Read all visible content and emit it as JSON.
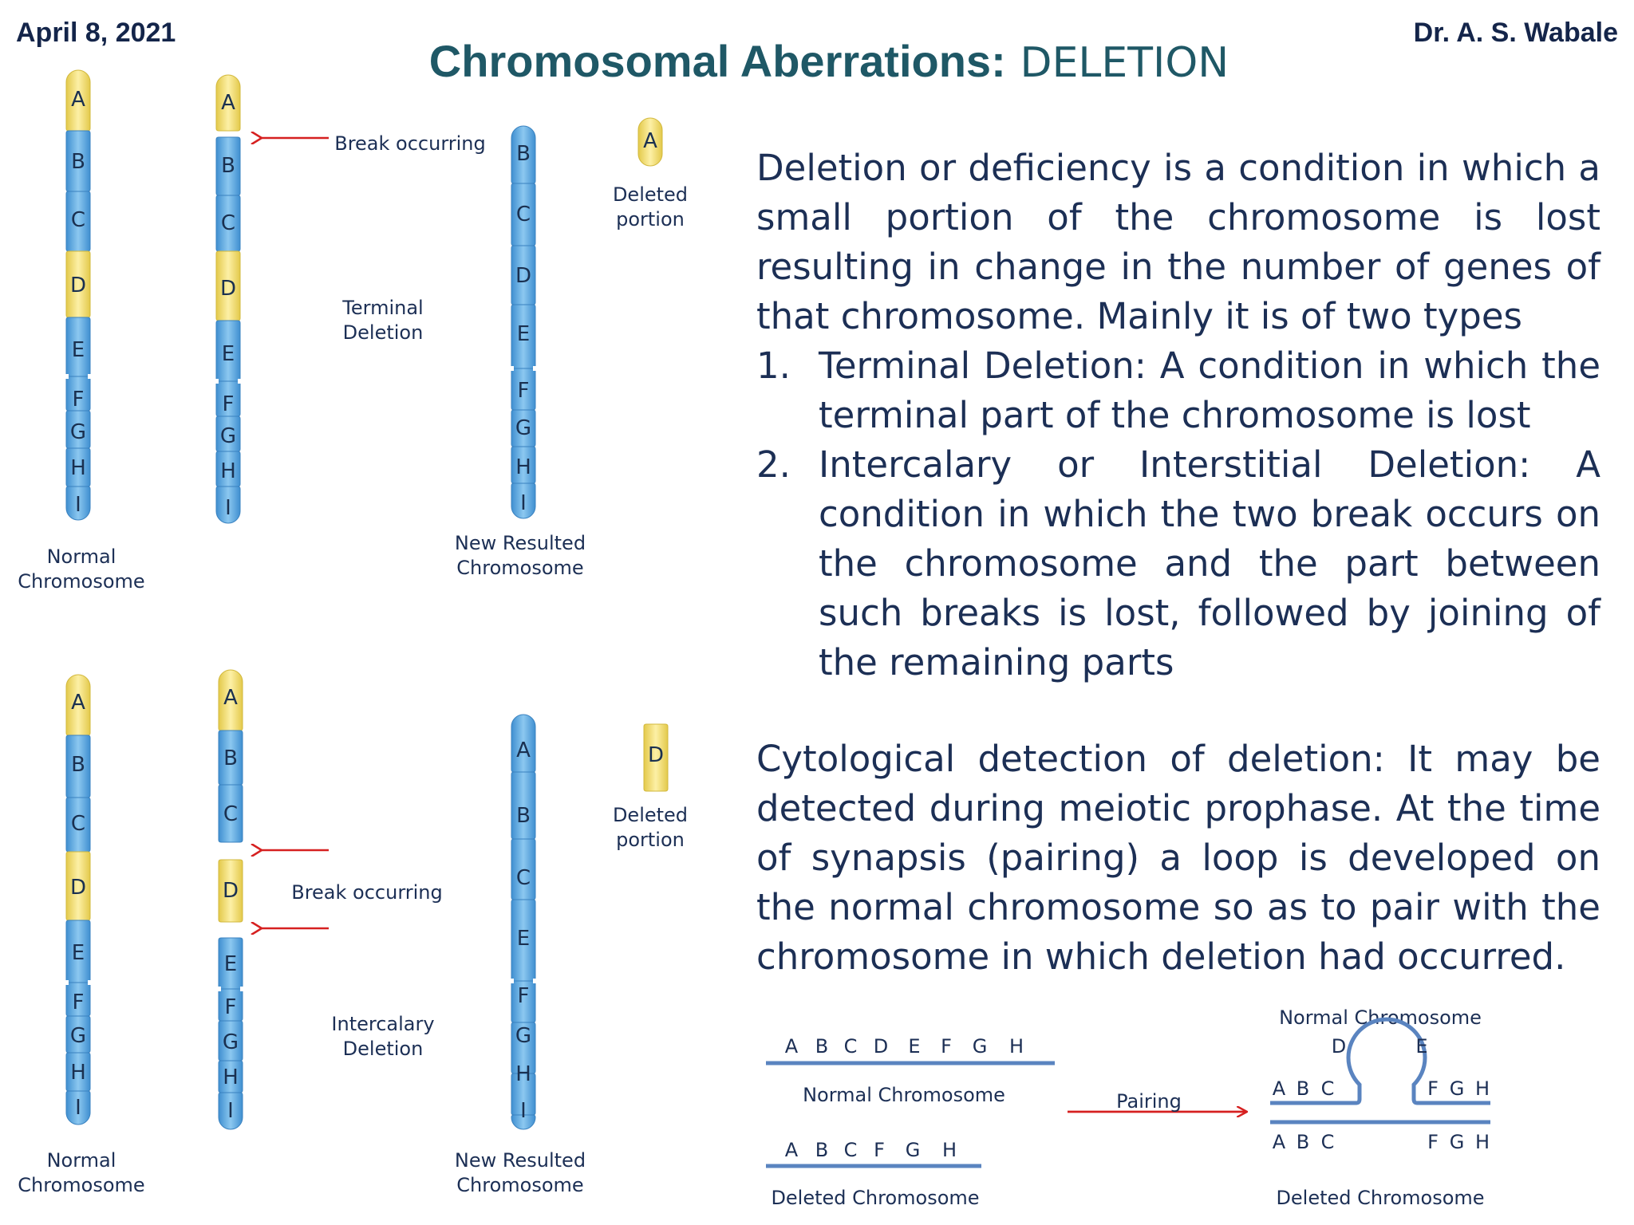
{
  "header": {
    "date": "April 8, 2021",
    "author": "Dr. A. S. Wabale"
  },
  "title": {
    "bold": "Chromosomal Aberrations:",
    "thin": "DELETION"
  },
  "terminal_panel": {
    "normal_genes": [
      "A",
      "B",
      "C",
      "D",
      "E",
      "F",
      "G",
      "H",
      "I"
    ],
    "broken_genes": [
      "A",
      "B",
      "C",
      "D",
      "E",
      "F",
      "G",
      "H",
      "I"
    ],
    "result_genes": [
      "B",
      "C",
      "D",
      "E",
      "F",
      "G",
      "H",
      "I"
    ],
    "deleted_gene": "A",
    "break_label": "Break occurring",
    "type_label": [
      "Terminal",
      "Deletion"
    ],
    "deleted_label": [
      "Deleted",
      "portion"
    ],
    "normal_label": [
      "Normal",
      "Chromosome"
    ],
    "result_label": [
      "New Resulted",
      "Chromosome"
    ]
  },
  "intercalary_panel": {
    "normal_genes": [
      "A",
      "B",
      "C",
      "D",
      "E",
      "F",
      "G",
      "H",
      "I"
    ],
    "broken_genes": [
      "A",
      "B",
      "C",
      "D",
      "E",
      "F",
      "G",
      "H",
      "I"
    ],
    "result_genes": [
      "A",
      "B",
      "C",
      "E",
      "F",
      "G",
      "H",
      "I"
    ],
    "deleted_gene": "D",
    "break_label": "Break occurring",
    "type_label": [
      "Intercalary",
      "Deletion"
    ],
    "deleted_label": [
      "Deleted",
      "portion"
    ],
    "normal_label": [
      "Normal",
      "Chromosome"
    ],
    "result_label": [
      "New Resulted",
      "Chromosome"
    ]
  },
  "text": {
    "intro": "Deletion or deficiency is a condition in which a small portion of the chromosome is lost resulting in change in the number of genes of that chromosome. Mainly it is of two types",
    "items": [
      {
        "num": "1.",
        "text": "Terminal Deletion: A condition in which the terminal part of the chromosome is lost"
      },
      {
        "num": "2.",
        "text": "Intercalary or Interstitial Deletion: A condition in which the two break occurs on the chromosome and the part between such breaks is lost, followed by joining of the remaining parts"
      }
    ],
    "detection": "Cytological detection of deletion: It may be detected during meiotic prophase. At the time of synapsis (pairing) a loop is developed on the normal chromosome so as to pair with the chromosome in which deletion had occurred."
  },
  "pairing_diagram": {
    "normal_genes": [
      "A",
      "B",
      "C",
      "D",
      "E",
      "F",
      "G",
      "H"
    ],
    "normal_label": "Normal Chromosome",
    "deleted_genes": [
      "A",
      "B",
      "C",
      "F",
      "G",
      "H"
    ],
    "deleted_label": "Deleted Chromosome",
    "pairing_label": "Pairing",
    "right_top_label": "Normal Chromosome",
    "loop_genes": [
      "D",
      "E"
    ],
    "right_top_left": [
      "A",
      "B",
      "C"
    ],
    "right_top_right": [
      "F",
      "G",
      "H"
    ],
    "right_bottom_left": [
      "A",
      "B",
      "C"
    ],
    "right_bottom_right": [
      "F",
      "G",
      "H"
    ],
    "right_bottom_label": "Deleted Chromosome"
  },
  "colors": {
    "blue_band": "#6fb2e4",
    "yellow_band": "#f2de74",
    "arrow": "#d62020",
    "line": "#5a84c0",
    "text": "#1c2f55",
    "title": "#1f5866"
  }
}
